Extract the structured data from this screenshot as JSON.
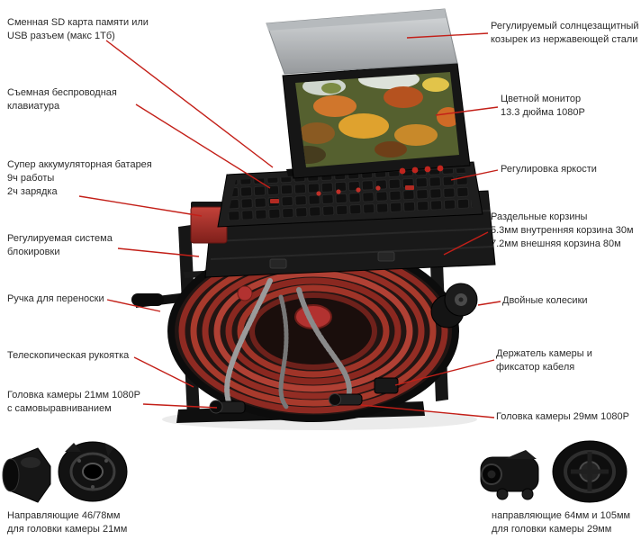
{
  "colors": {
    "accent_line": "#c31f18",
    "text": "#2b2b2b",
    "cable_red": "#a83428",
    "visor_gray": "#b6babd",
    "device_black": "#191919"
  },
  "callouts": {
    "left": [
      {
        "lines": [
          "Сменная SD карта памяти или",
          "USB разъем (макс 1Тб)"
        ]
      },
      {
        "lines": [
          "Съемная беспроводная",
          "клавиатура"
        ]
      },
      {
        "lines": [
          "Супер аккумуляторная батарея",
          "9ч работы",
          "2ч зарядка"
        ]
      },
      {
        "lines": [
          "Регулируемая система",
          "блокировки"
        ]
      },
      {
        "lines": [
          "Ручка для переноски"
        ]
      },
      {
        "lines": [
          "Телескопическая рукоятка"
        ]
      },
      {
        "lines": [
          "Головка камеры 21мм 1080P",
          "с самовыравниванием"
        ]
      },
      {
        "lines": [
          "Направляющие 46/78мм",
          "для головки камеры 21мм"
        ]
      }
    ],
    "right": [
      {
        "lines": [
          "Регулируемый солнцезащитный",
          "козырек из нержавеющей стали"
        ]
      },
      {
        "lines": [
          "Цветной монитор",
          "13.3 дюйма 1080P"
        ]
      },
      {
        "lines": [
          "Регулировка яркости"
        ]
      },
      {
        "lines": [
          "Раздельные корзины",
          "5.3мм внутренняя корзина 30м",
          "7.2мм внешняя корзина 80м"
        ]
      },
      {
        "lines": [
          "Двойные колесики"
        ]
      },
      {
        "lines": [
          "Держатель камеры и",
          "фиксатор кабеля"
        ]
      },
      {
        "lines": [
          "Головка камеры 29мм 1080P"
        ]
      },
      {
        "lines": [
          "направляющие 64мм и 105мм",
          "для головки камеры 29мм"
        ]
      }
    ]
  }
}
